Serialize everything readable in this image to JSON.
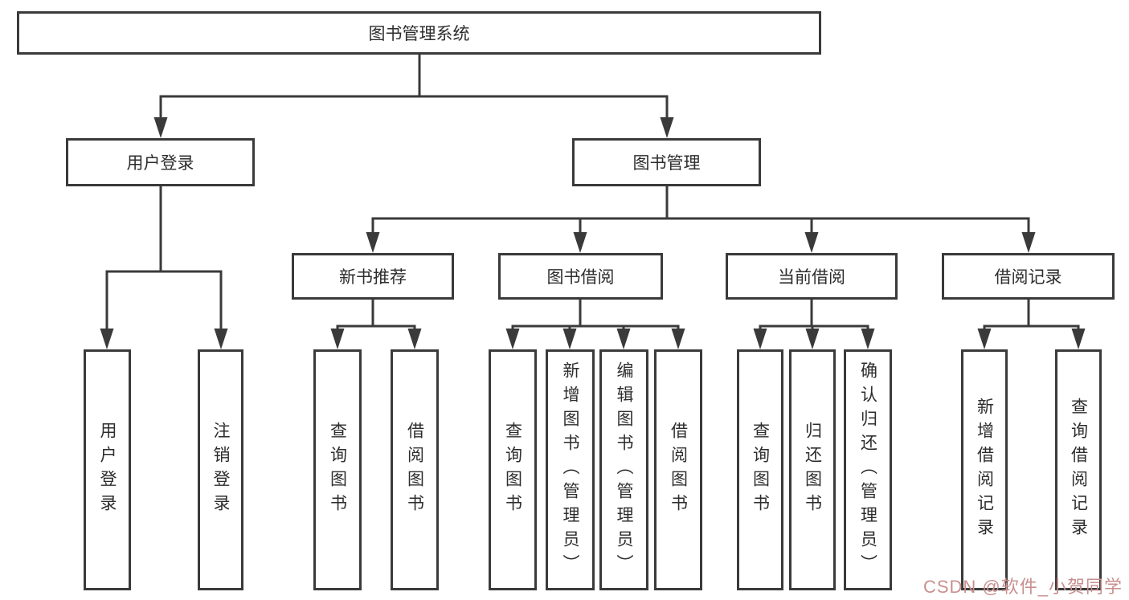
{
  "tree": {
    "root": {
      "label": "图书管理系统"
    },
    "children": [
      {
        "label": "用户登录",
        "children": [
          {
            "label": "用户登录"
          },
          {
            "label": "注销登录"
          }
        ]
      },
      {
        "label": "图书管理",
        "children": [
          {
            "label": "新书推荐",
            "children": [
              {
                "label": "查询图书"
              },
              {
                "label": "借阅图书"
              }
            ]
          },
          {
            "label": "图书借阅",
            "children": [
              {
                "label": "查询图书"
              },
              {
                "label": "新增图书（管理员）"
              },
              {
                "label": "编辑图书（管理员）"
              },
              {
                "label": "借阅图书"
              }
            ]
          },
          {
            "label": "当前借阅",
            "children": [
              {
                "label": "查询图书"
              },
              {
                "label": "归还图书"
              },
              {
                "label": "确认归还（管理员）"
              }
            ]
          },
          {
            "label": "借阅记录",
            "children": [
              {
                "label": "新增借阅记录"
              },
              {
                "label": "查询借阅记录"
              }
            ]
          }
        ]
      }
    ]
  },
  "watermark": {
    "text": "CSDN @软件_小贺同学"
  },
  "colors": {
    "line": "#3a3a3a",
    "text": "#2d2d2d",
    "watermark": "#c98f8f",
    "background": "#ffffff"
  }
}
